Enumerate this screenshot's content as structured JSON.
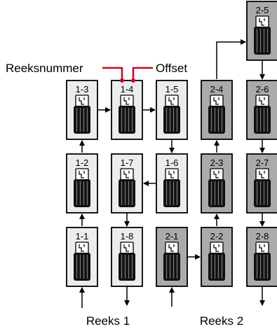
{
  "labels": {
    "row_number": "Reeksnummer",
    "offset": "Offset",
    "series_1": "Reeks 1",
    "series_2": "Reeks 2"
  },
  "colors": {
    "series_1_fill": "#ececec",
    "series_2_fill": "#aaaaaa",
    "callout": "#d0021b",
    "device_body": "#111111"
  },
  "modules": [
    {
      "id": "1-1",
      "series": 1
    },
    {
      "id": "1-2",
      "series": 1
    },
    {
      "id": "1-3",
      "series": 1
    },
    {
      "id": "1-4",
      "series": 1
    },
    {
      "id": "1-5",
      "series": 1
    },
    {
      "id": "1-6",
      "series": 1
    },
    {
      "id": "1-7",
      "series": 1
    },
    {
      "id": "1-8",
      "series": 1
    },
    {
      "id": "2-1",
      "series": 2
    },
    {
      "id": "2-2",
      "series": 2
    },
    {
      "id": "2-3",
      "series": 2
    },
    {
      "id": "2-4",
      "series": 2
    },
    {
      "id": "2-5",
      "series": 2
    },
    {
      "id": "2-6",
      "series": 2
    },
    {
      "id": "2-7",
      "series": 2
    },
    {
      "id": "2-8",
      "series": 2
    }
  ]
}
